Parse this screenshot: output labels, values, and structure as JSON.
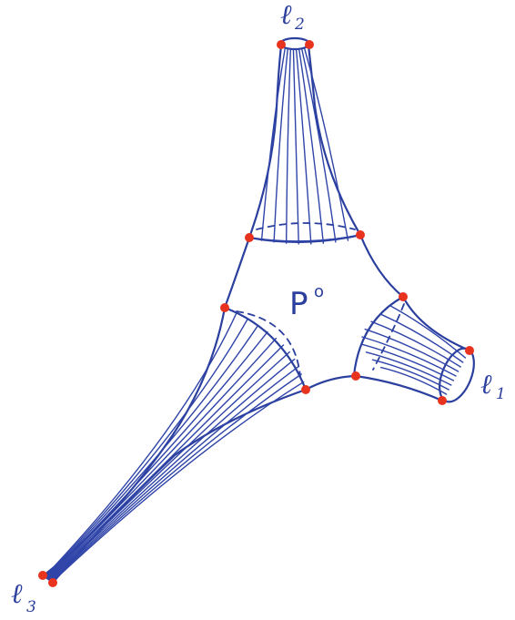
{
  "labels": {
    "l1": {
      "main": "ℓ",
      "sub": "1"
    },
    "l2": {
      "main": "ℓ",
      "sub": "2"
    },
    "l3": {
      "main": "ℓ",
      "sub": "3"
    },
    "p0": {
      "main": "P",
      "sup": "o"
    }
  },
  "colors": {
    "ink": "#2b3f9e",
    "marked_points": "#e8331f"
  }
}
